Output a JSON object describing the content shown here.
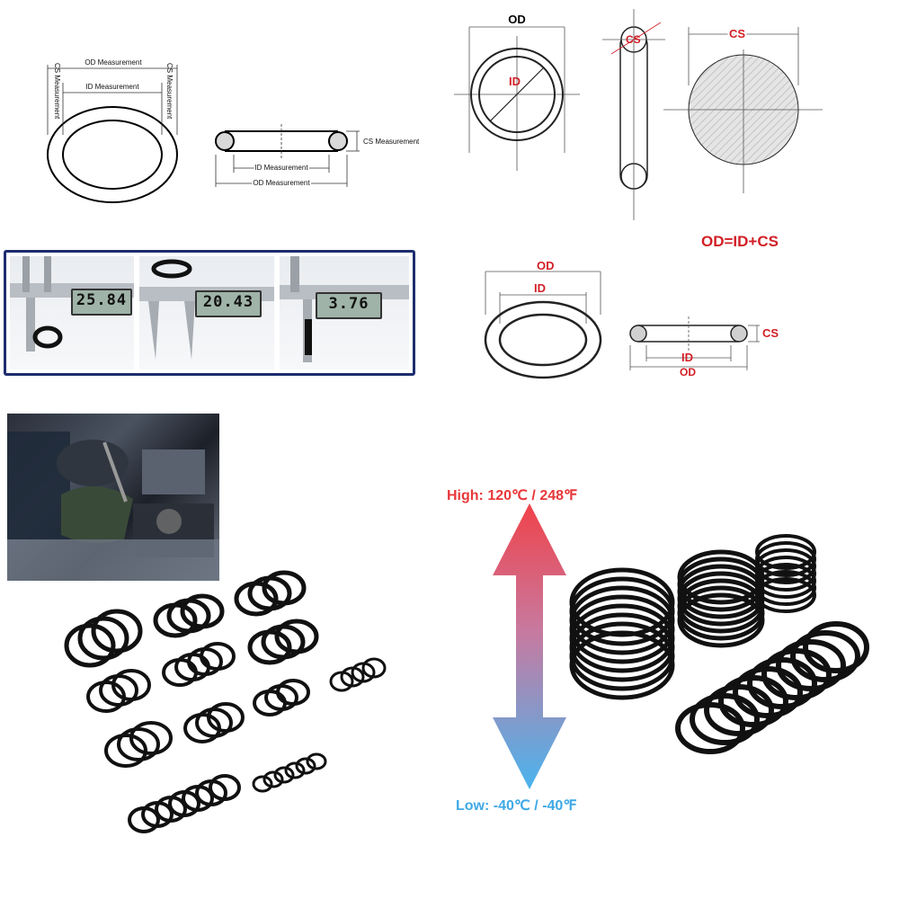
{
  "diagram1": {
    "od_label": "OD Measurement",
    "id_label": "ID Measurement",
    "cs_label": "CS Measurement",
    "cs_right_label": "CS Measurement",
    "section_cs_label": "CS Measurement",
    "section_id_label": "ID Measurement",
    "section_od_label": "OD Measurement"
  },
  "caliper_readings": [
    "25.84",
    "20.43",
    "3.76"
  ],
  "diagram2": {
    "od_label": "OD",
    "id_label": "ID",
    "cs_label": "CS",
    "cs_circle_label": "CS",
    "formula": "OD=ID+CS"
  },
  "diagram3": {
    "od_label": "OD",
    "id_label": "ID",
    "cs_label": "CS",
    "section_id_label": "ID",
    "section_od_label": "OD"
  },
  "temperature": {
    "high": "High: 120℃ / 248℉",
    "low": "Low: -40℃ / -40℉",
    "high_color": "#e8383b",
    "low_color": "#3fa9e6"
  }
}
